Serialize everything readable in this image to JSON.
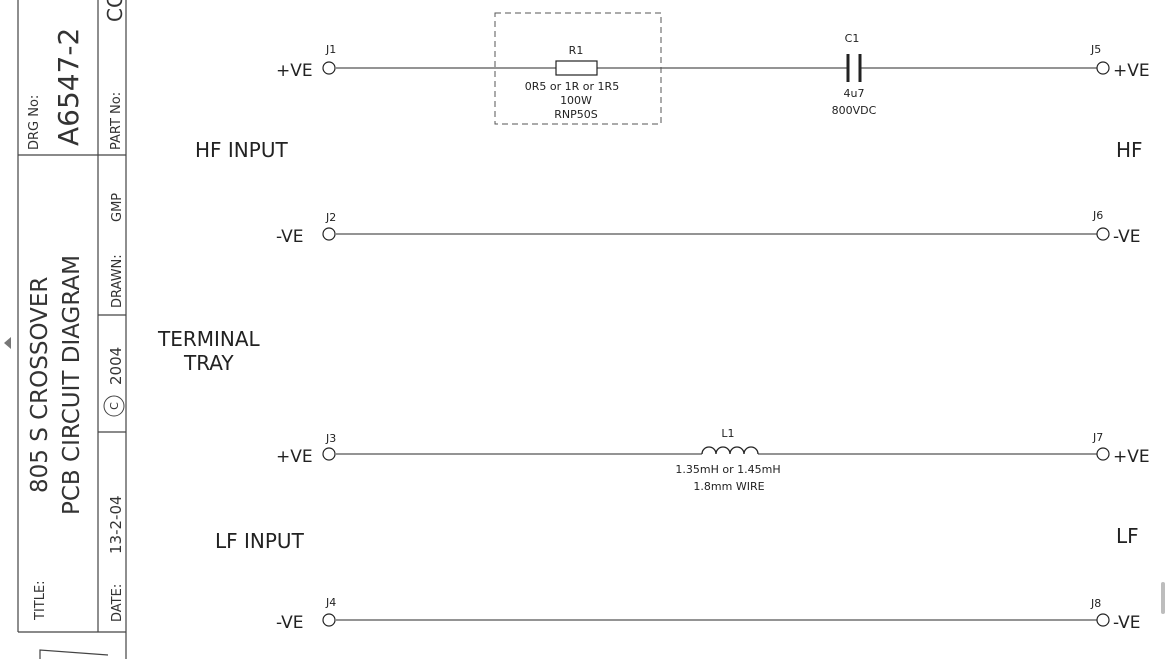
{
  "title_block": {
    "drg_label": "DRG No:",
    "drg_value": "A6547-2",
    "part_label": "PART No:",
    "part_value": "CO",
    "title_label": "TITLE:",
    "title_line1": "805 S CROSSOVER",
    "title_line2": "PCB CIRCUIT DIAGRAM",
    "date_label": "DATE:",
    "date_value": "13-2-04",
    "copyright_symbol": "C",
    "copyright_year": "2004",
    "drawn_label": "DRAWN:",
    "drawn_value": "GMP"
  },
  "labels": {
    "hf_input": "HF  INPUT",
    "hf_output": "HF",
    "terminal_line1": "TERMINAL",
    "terminal_line2": "TRAY",
    "lf_input": "LF  INPUT",
    "lf_output": "LF"
  },
  "terminals": [
    {
      "ref": "J1",
      "polarity": "+VE"
    },
    {
      "ref": "J2",
      "polarity": "-VE"
    },
    {
      "ref": "J3",
      "polarity": "+VE"
    },
    {
      "ref": "J4",
      "polarity": "-VE"
    },
    {
      "ref": "J5",
      "polarity": "+VE"
    },
    {
      "ref": "J6",
      "polarity": "-VE"
    },
    {
      "ref": "J7",
      "polarity": "+VE"
    },
    {
      "ref": "J8",
      "polarity": "-VE"
    }
  ],
  "components": {
    "r1": {
      "ref": "R1",
      "value": "0R5  or  1R  or  1R5",
      "power": "100W",
      "type": "RNP50S"
    },
    "c1": {
      "ref": "C1",
      "value": "4u7",
      "voltage": "800VDC"
    },
    "l1": {
      "ref": "L1",
      "value": "1.35mH  or  1.45mH",
      "wire": "1.8mm  WIRE"
    }
  },
  "colors": {
    "line": "#555555",
    "text": "#222222",
    "background": "#ffffff"
  }
}
